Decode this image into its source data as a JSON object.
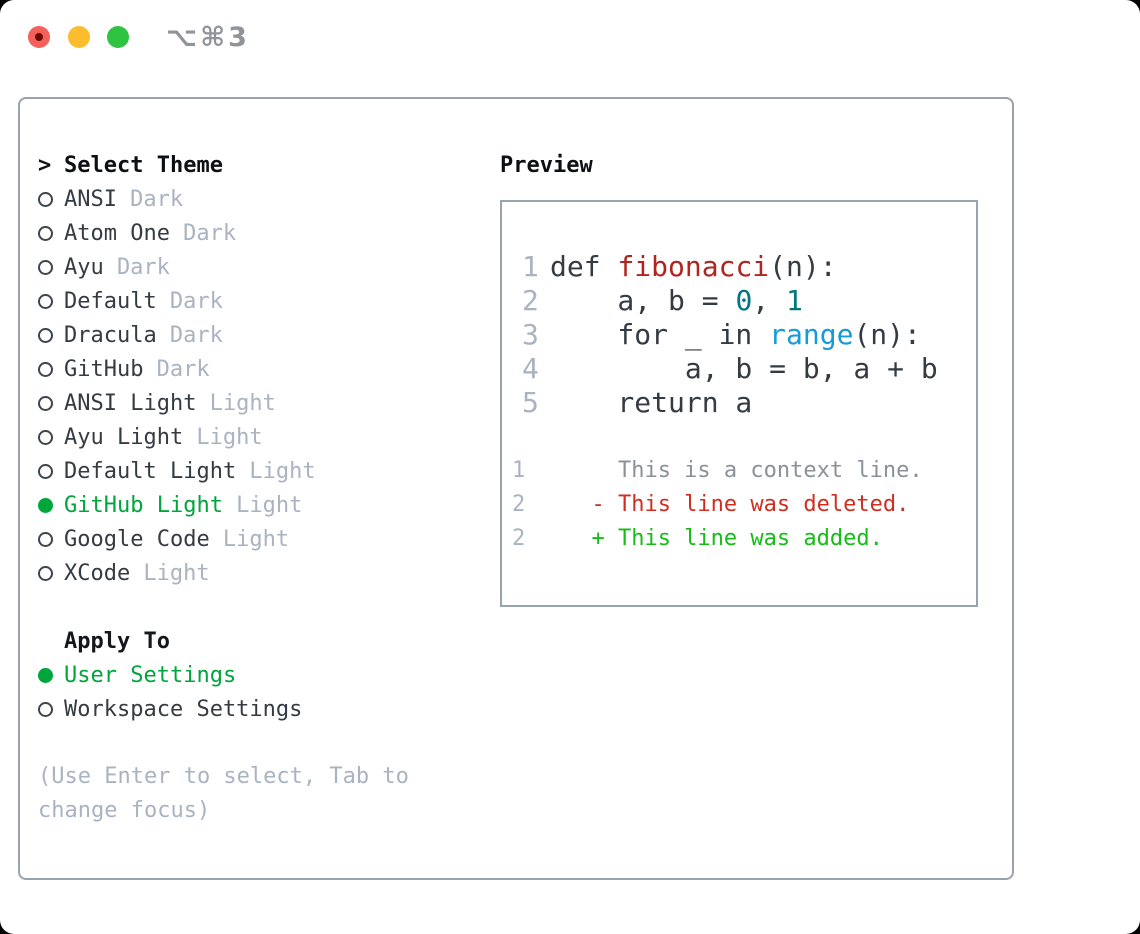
{
  "titlebar": {
    "shortcut": "⌥⌘3"
  },
  "theme_panel": {
    "title": "Select Theme",
    "title_prefix": ">",
    "themes": [
      {
        "name": "ANSI",
        "tag": "Dark",
        "selected": false
      },
      {
        "name": "Atom One",
        "tag": "Dark",
        "selected": false
      },
      {
        "name": "Ayu",
        "tag": "Dark",
        "selected": false
      },
      {
        "name": "Default",
        "tag": "Dark",
        "selected": false
      },
      {
        "name": "Dracula",
        "tag": "Dark",
        "selected": false
      },
      {
        "name": "GitHub",
        "tag": "Dark",
        "selected": false
      },
      {
        "name": "ANSI Light",
        "tag": "Light",
        "selected": false
      },
      {
        "name": "Ayu Light",
        "tag": "Light",
        "selected": false
      },
      {
        "name": "Default Light",
        "tag": "Light",
        "selected": false
      },
      {
        "name": "GitHub Light",
        "tag": "Light",
        "selected": true
      },
      {
        "name": "Google Code",
        "tag": "Light",
        "selected": false
      },
      {
        "name": "XCode",
        "tag": "Light",
        "selected": false
      }
    ],
    "apply_to": {
      "title": "Apply To",
      "options": [
        {
          "label": "User Settings",
          "selected": true
        },
        {
          "label": "Workspace Settings",
          "selected": false
        }
      ]
    },
    "help_text": "(Use Enter to select, Tab to change focus)"
  },
  "preview_panel": {
    "title": "Preview",
    "code_lines": [
      {
        "number": "1",
        "tokens": [
          {
            "t": "def ",
            "c": "plain"
          },
          {
            "t": "fibonacci",
            "c": "func"
          },
          {
            "t": "(n):",
            "c": "plain"
          }
        ]
      },
      {
        "number": "2",
        "tokens": [
          {
            "t": "    a, b = ",
            "c": "plain"
          },
          {
            "t": "0",
            "c": "num"
          },
          {
            "t": ", ",
            "c": "plain"
          },
          {
            "t": "1",
            "c": "num"
          }
        ]
      },
      {
        "number": "3",
        "tokens": [
          {
            "t": "    for _ in ",
            "c": "plain"
          },
          {
            "t": "range",
            "c": "builtin"
          },
          {
            "t": "(n):",
            "c": "plain"
          }
        ]
      },
      {
        "number": "4",
        "tokens": [
          {
            "t": "        a, b = b, a + b",
            "c": "plain"
          }
        ]
      },
      {
        "number": "5",
        "tokens": [
          {
            "t": "    return a",
            "c": "plain"
          }
        ]
      }
    ],
    "diff_lines": [
      {
        "number": "1",
        "marker": " ",
        "text": "This is a context line.",
        "kind": "context"
      },
      {
        "number": "2",
        "marker": "-",
        "text": "This line was deleted.",
        "kind": "deleted"
      },
      {
        "number": "2",
        "marker": "+",
        "text": "This line was added.",
        "kind": "added"
      }
    ]
  },
  "colors": {
    "selected_green": "#00a53c",
    "added_green": "#16bd16",
    "deleted_red": "#d02e20",
    "function_red": "#b0261f",
    "number_teal": "#00767e",
    "builtin_blue": "#149bd8",
    "muted_gray": "#a9b3c1",
    "context_gray": "#8a9199",
    "text_dark": "#343b42",
    "border_gray": "#99a3ae",
    "traffic_red": "#f4605a",
    "traffic_yellow": "#fbbd2d",
    "traffic_green": "#2fc342"
  }
}
